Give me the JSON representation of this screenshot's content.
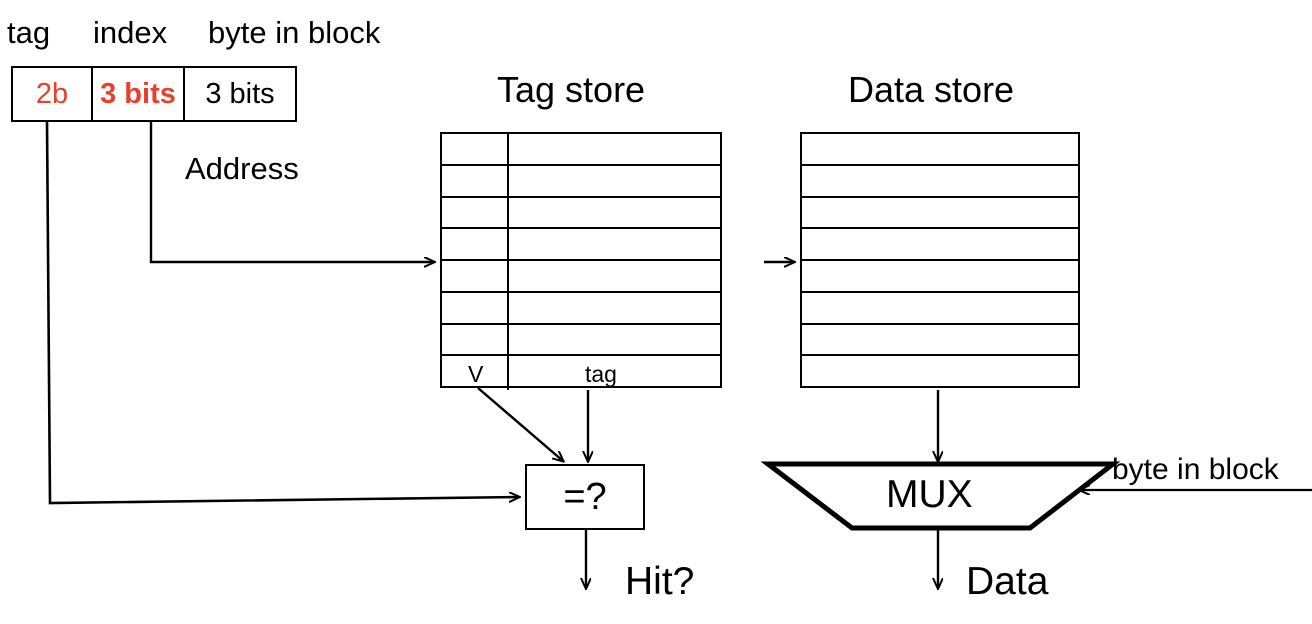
{
  "diagram": {
    "title": "Direct-mapped cache address breakdown and lookup datapath",
    "colors": {
      "accent_red": "#e8402a",
      "line": "#000000",
      "background": "#ffffff"
    },
    "address": {
      "caption": "Address",
      "field_labels": {
        "tag": "tag",
        "index": "index",
        "byte_in_block": "byte in block"
      },
      "field_widths": {
        "tag": "2b",
        "index": "3 bits",
        "byte_in_block": "3 bits"
      }
    },
    "tag_store": {
      "title": "Tag store",
      "row_count": 8,
      "column_labels": {
        "valid": "V",
        "tag": "tag"
      }
    },
    "data_store": {
      "title": "Data store",
      "row_count": 8
    },
    "comparator": {
      "label": "=?"
    },
    "mux": {
      "label": "MUX",
      "select_label": "byte in block"
    },
    "outputs": {
      "hit": "Hit?",
      "data": "Data"
    }
  }
}
